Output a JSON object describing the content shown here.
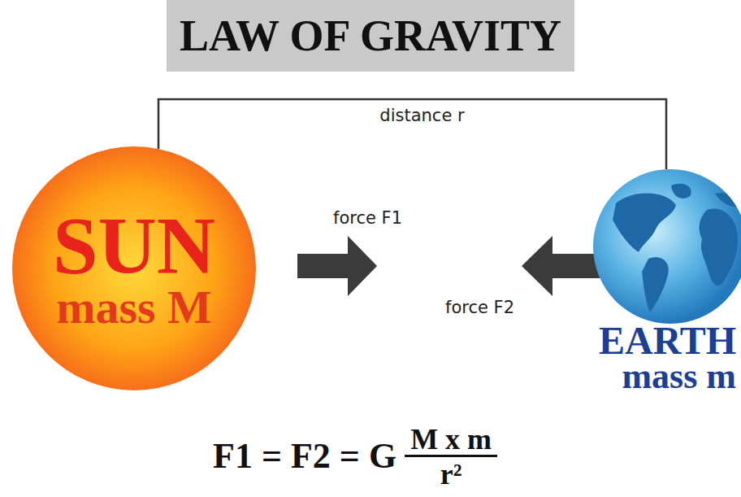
{
  "diagram": {
    "title": "LAW OF GRAVITY",
    "nodes": [
      {
        "text": [
          "SUN",
          "mass M"
        ]
      },
      {
        "text": [
          "EARTH",
          "mass m"
        ]
      }
    ],
    "edges": [
      {
        "from": 0,
        "to": 1,
        "arrow": "none",
        "label": "distance r"
      }
    ],
    "labels": [
      "force F1",
      "force F2",
      "F1 = F2 = G",
      "M x m",
      "r²"
    ]
  }
}
